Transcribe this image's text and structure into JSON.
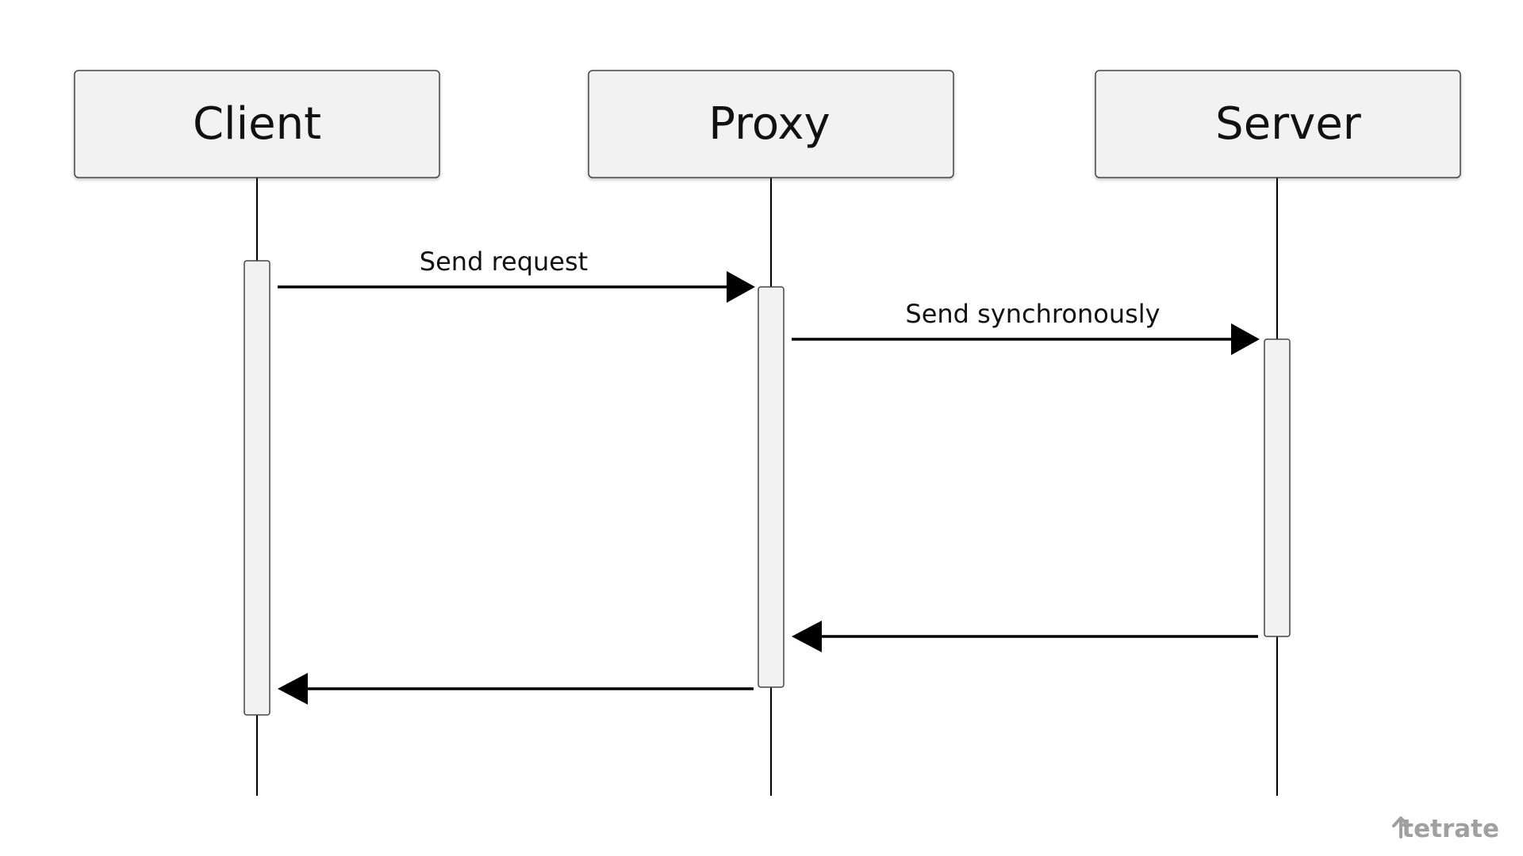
{
  "participants": [
    {
      "name": "Client"
    },
    {
      "name": "Proxy"
    },
    {
      "name": "Server"
    }
  ],
  "messages": [
    {
      "label": "Send request"
    },
    {
      "label": "Send synchronously"
    },
    {
      "label": ""
    },
    {
      "label": ""
    }
  ],
  "brand": {
    "name": "tetrate"
  },
  "colors": {
    "box_fill": "#f2f2f2",
    "box_stroke": "#444444",
    "line": "#000000",
    "brand": "#a0a0a0"
  }
}
